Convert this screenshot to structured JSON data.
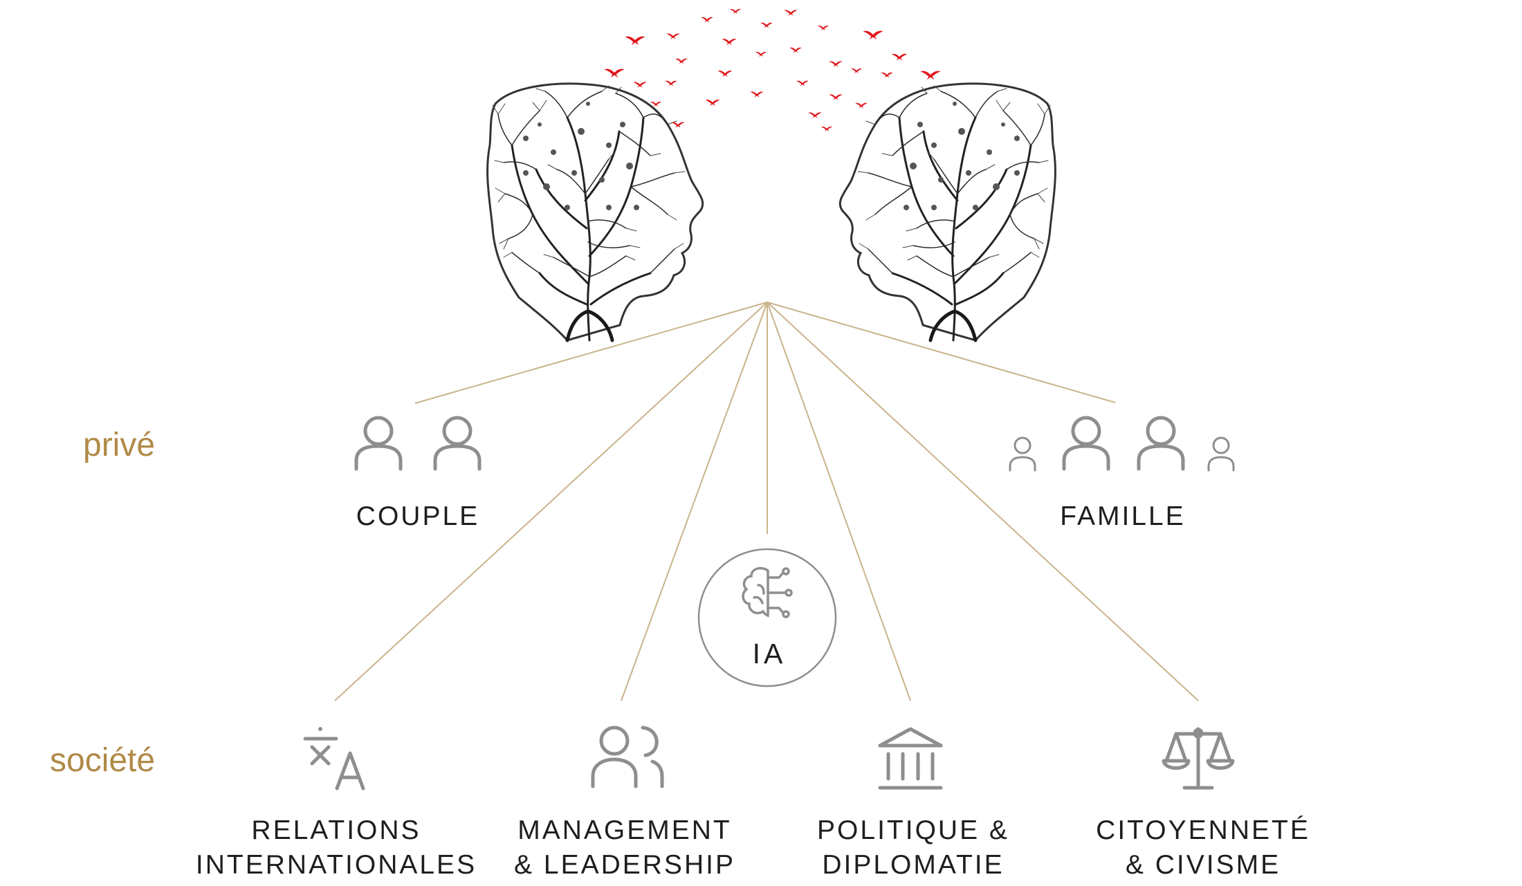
{
  "rows": {
    "private_label": "privé",
    "society_label": "société"
  },
  "nodes": {
    "couple": {
      "label": "COUPLE",
      "icon": "couple-people-icon"
    },
    "famille": {
      "label": "FAMILLE",
      "icon": "family-people-icon"
    },
    "ia": {
      "label": "IA",
      "icon": "brain-circuit-icon"
    },
    "relations": {
      "line1": "RELATIONS",
      "line2": "INTERNATIONALES",
      "icon": "translate-icon"
    },
    "management": {
      "line1": "MANAGEMENT",
      "line2": "& LEADERSHIP",
      "icon": "users-icon"
    },
    "politique": {
      "line1": "POLITIQUE &",
      "line2": "DIPLOMATIE",
      "icon": "institution-building-icon"
    },
    "citoyennete": {
      "line1": "CITOYENNETÉ",
      "line2": "& CIVISME",
      "icon": "scales-of-justice-icon"
    }
  },
  "colors": {
    "accent": "#b08a48",
    "connector": "#c9b48b",
    "icon": "#8e8e8e",
    "text": "#1e1e1e",
    "birds": "#e0151b"
  }
}
